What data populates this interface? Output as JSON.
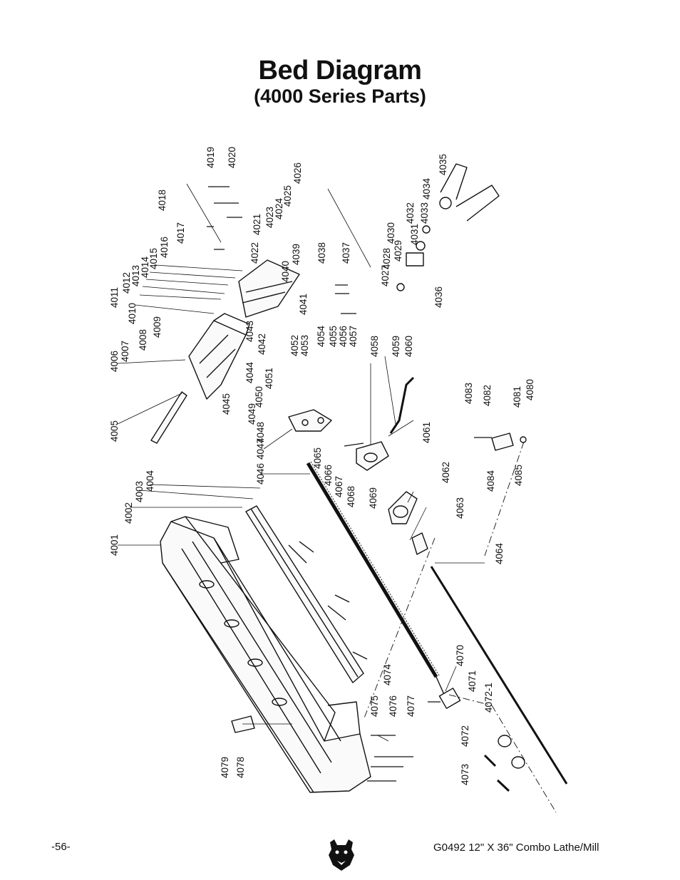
{
  "title": "Bed Diagram",
  "subtitle": "(4000 Series Parts)",
  "footer": {
    "page_number": "-56-",
    "model": "G0492 12\" X 36\" Combo Lathe/Mill"
  },
  "logo_icon": "bear-head-logo",
  "colors": {
    "ink": "#111111",
    "paper": "#ffffff"
  },
  "part_labels": [
    "4001",
    "4002",
    "4003",
    "4004",
    "4005",
    "4006",
    "4007",
    "4008",
    "4009",
    "4010",
    "4011",
    "4012",
    "4013",
    "4014",
    "4015",
    "4016",
    "4017",
    "4018",
    "4019",
    "4020",
    "4021",
    "4022",
    "4023",
    "4024",
    "4025",
    "4026",
    "4027",
    "4028",
    "4029",
    "4030",
    "4031",
    "4032",
    "4033",
    "4034",
    "4035",
    "4036",
    "4037",
    "4038",
    "4039",
    "4040",
    "4041",
    "4042",
    "4043",
    "4044",
    "4045",
    "4046",
    "4047",
    "4048",
    "4049",
    "4050",
    "4051",
    "4052",
    "4053",
    "4054",
    "4055",
    "4056",
    "4057",
    "4058",
    "4059",
    "4060",
    "4061",
    "4062",
    "4063",
    "4064",
    "4065",
    "4066",
    "4067",
    "4068",
    "4069",
    "4070",
    "4071",
    "4072-1",
    "4072",
    "4073",
    "4074",
    "4075",
    "4076",
    "4077",
    "4078",
    "4079",
    "4080",
    "4081",
    "4082",
    "4083",
    "4084",
    "4085"
  ]
}
